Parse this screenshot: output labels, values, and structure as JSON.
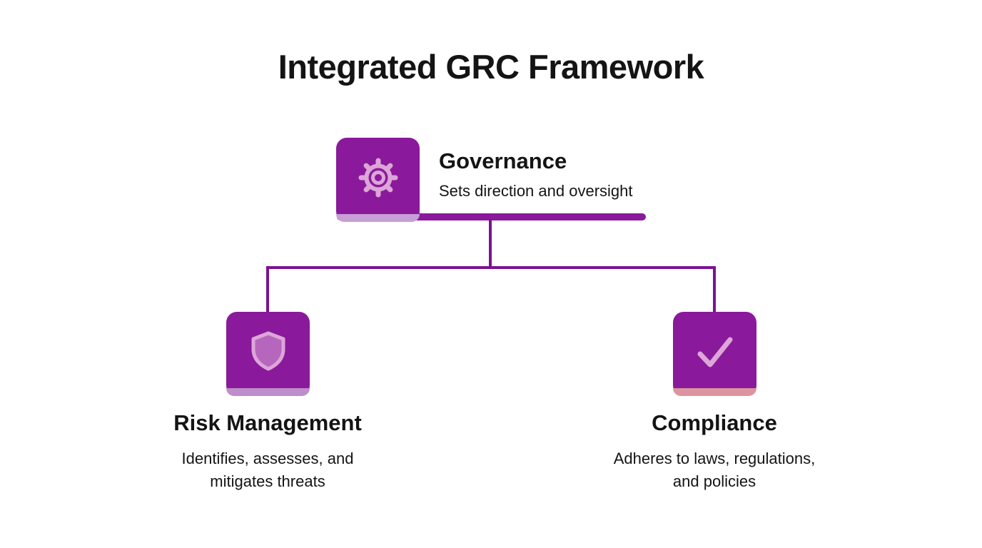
{
  "title": "Integrated GRC Framework",
  "colors": {
    "background": "#FFFFFF",
    "text": "#141414",
    "box_purple": "#8A1A9B",
    "connector_purple": "#7A1391",
    "icon_pink": "#DCA6D8",
    "governance_strip": "#C79ED5",
    "risk_strip": "#BD8EC9",
    "compliance_strip": "#DB95A0"
  },
  "nodes": {
    "governance": {
      "label": "Governance",
      "description": "Sets direction and oversight",
      "icon": "gear-icon"
    },
    "risk": {
      "label": "Risk Management",
      "description_lines": [
        "Identifies, assesses, and",
        "mitigates threats"
      ],
      "icon": "shield-icon"
    },
    "compliance": {
      "label": "Compliance",
      "description_lines": [
        "Adheres to laws, regulations,",
        "and policies"
      ],
      "icon": "check-icon"
    }
  }
}
